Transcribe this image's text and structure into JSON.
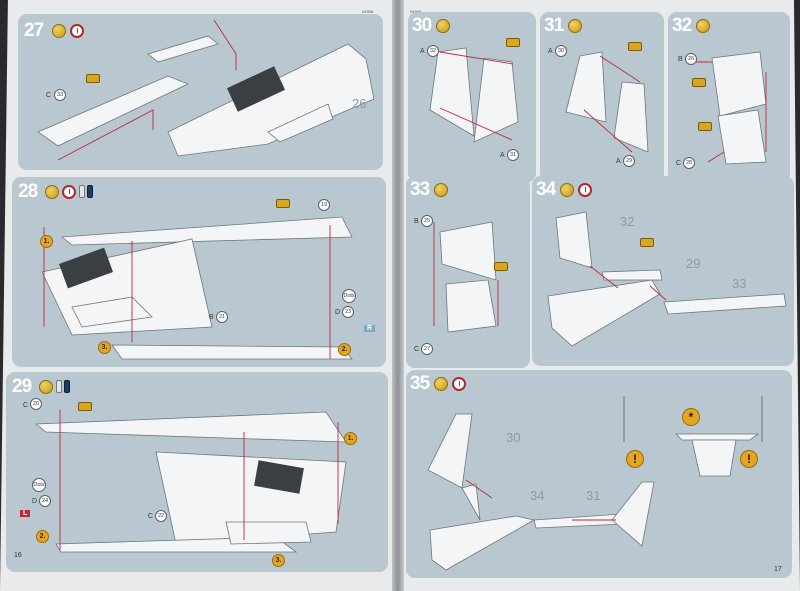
{
  "header": {
    "code_left": "04958",
    "code_right": "04958"
  },
  "pages": {
    "left_number": "16",
    "right_number": "17"
  },
  "steps": [
    {
      "number": "27",
      "parts": [
        "33"
      ],
      "ghost": "26"
    },
    {
      "number": "28",
      "parts": [
        "19",
        "21",
        "23"
      ],
      "order": [
        "1.",
        "2.",
        "3."
      ],
      "flag": "R",
      "dots": "Dots"
    },
    {
      "number": "29",
      "parts": [
        "20",
        "24",
        "22"
      ],
      "order": [
        "1.",
        "2.",
        "3."
      ],
      "flag": "L",
      "dots": "Dots"
    },
    {
      "number": "30",
      "parts": [
        "32",
        "31"
      ]
    },
    {
      "number": "31",
      "parts": [
        "30",
        "29"
      ]
    },
    {
      "number": "32",
      "parts": [
        "26",
        "28"
      ]
    },
    {
      "number": "33",
      "parts": [
        "25",
        "27"
      ]
    },
    {
      "number": "34",
      "ghosts": [
        "32",
        "29",
        "33"
      ]
    },
    {
      "number": "35",
      "ghosts": [
        "30",
        "34",
        "31"
      ],
      "warn": "!",
      "star": "*"
    }
  ],
  "colors": {
    "panel": "#b9c7d0",
    "page": "#e8eaec",
    "step_number": "#ffffff",
    "guide_line": "#c0283a",
    "badge_gold": "#e5a51e",
    "glue_red": "#b3262a",
    "flag_blue": "#7fa8c4",
    "flag_red": "#c0283a"
  },
  "icons": {
    "paint": "paint-badge-icon",
    "glue": "glue-icon",
    "pot_light": "paint-pot-light-icon",
    "pot_dark": "paint-pot-dark-icon",
    "warning": "warning-icon",
    "star": "star-icon",
    "glue_chip": "glue-chip-icon"
  }
}
